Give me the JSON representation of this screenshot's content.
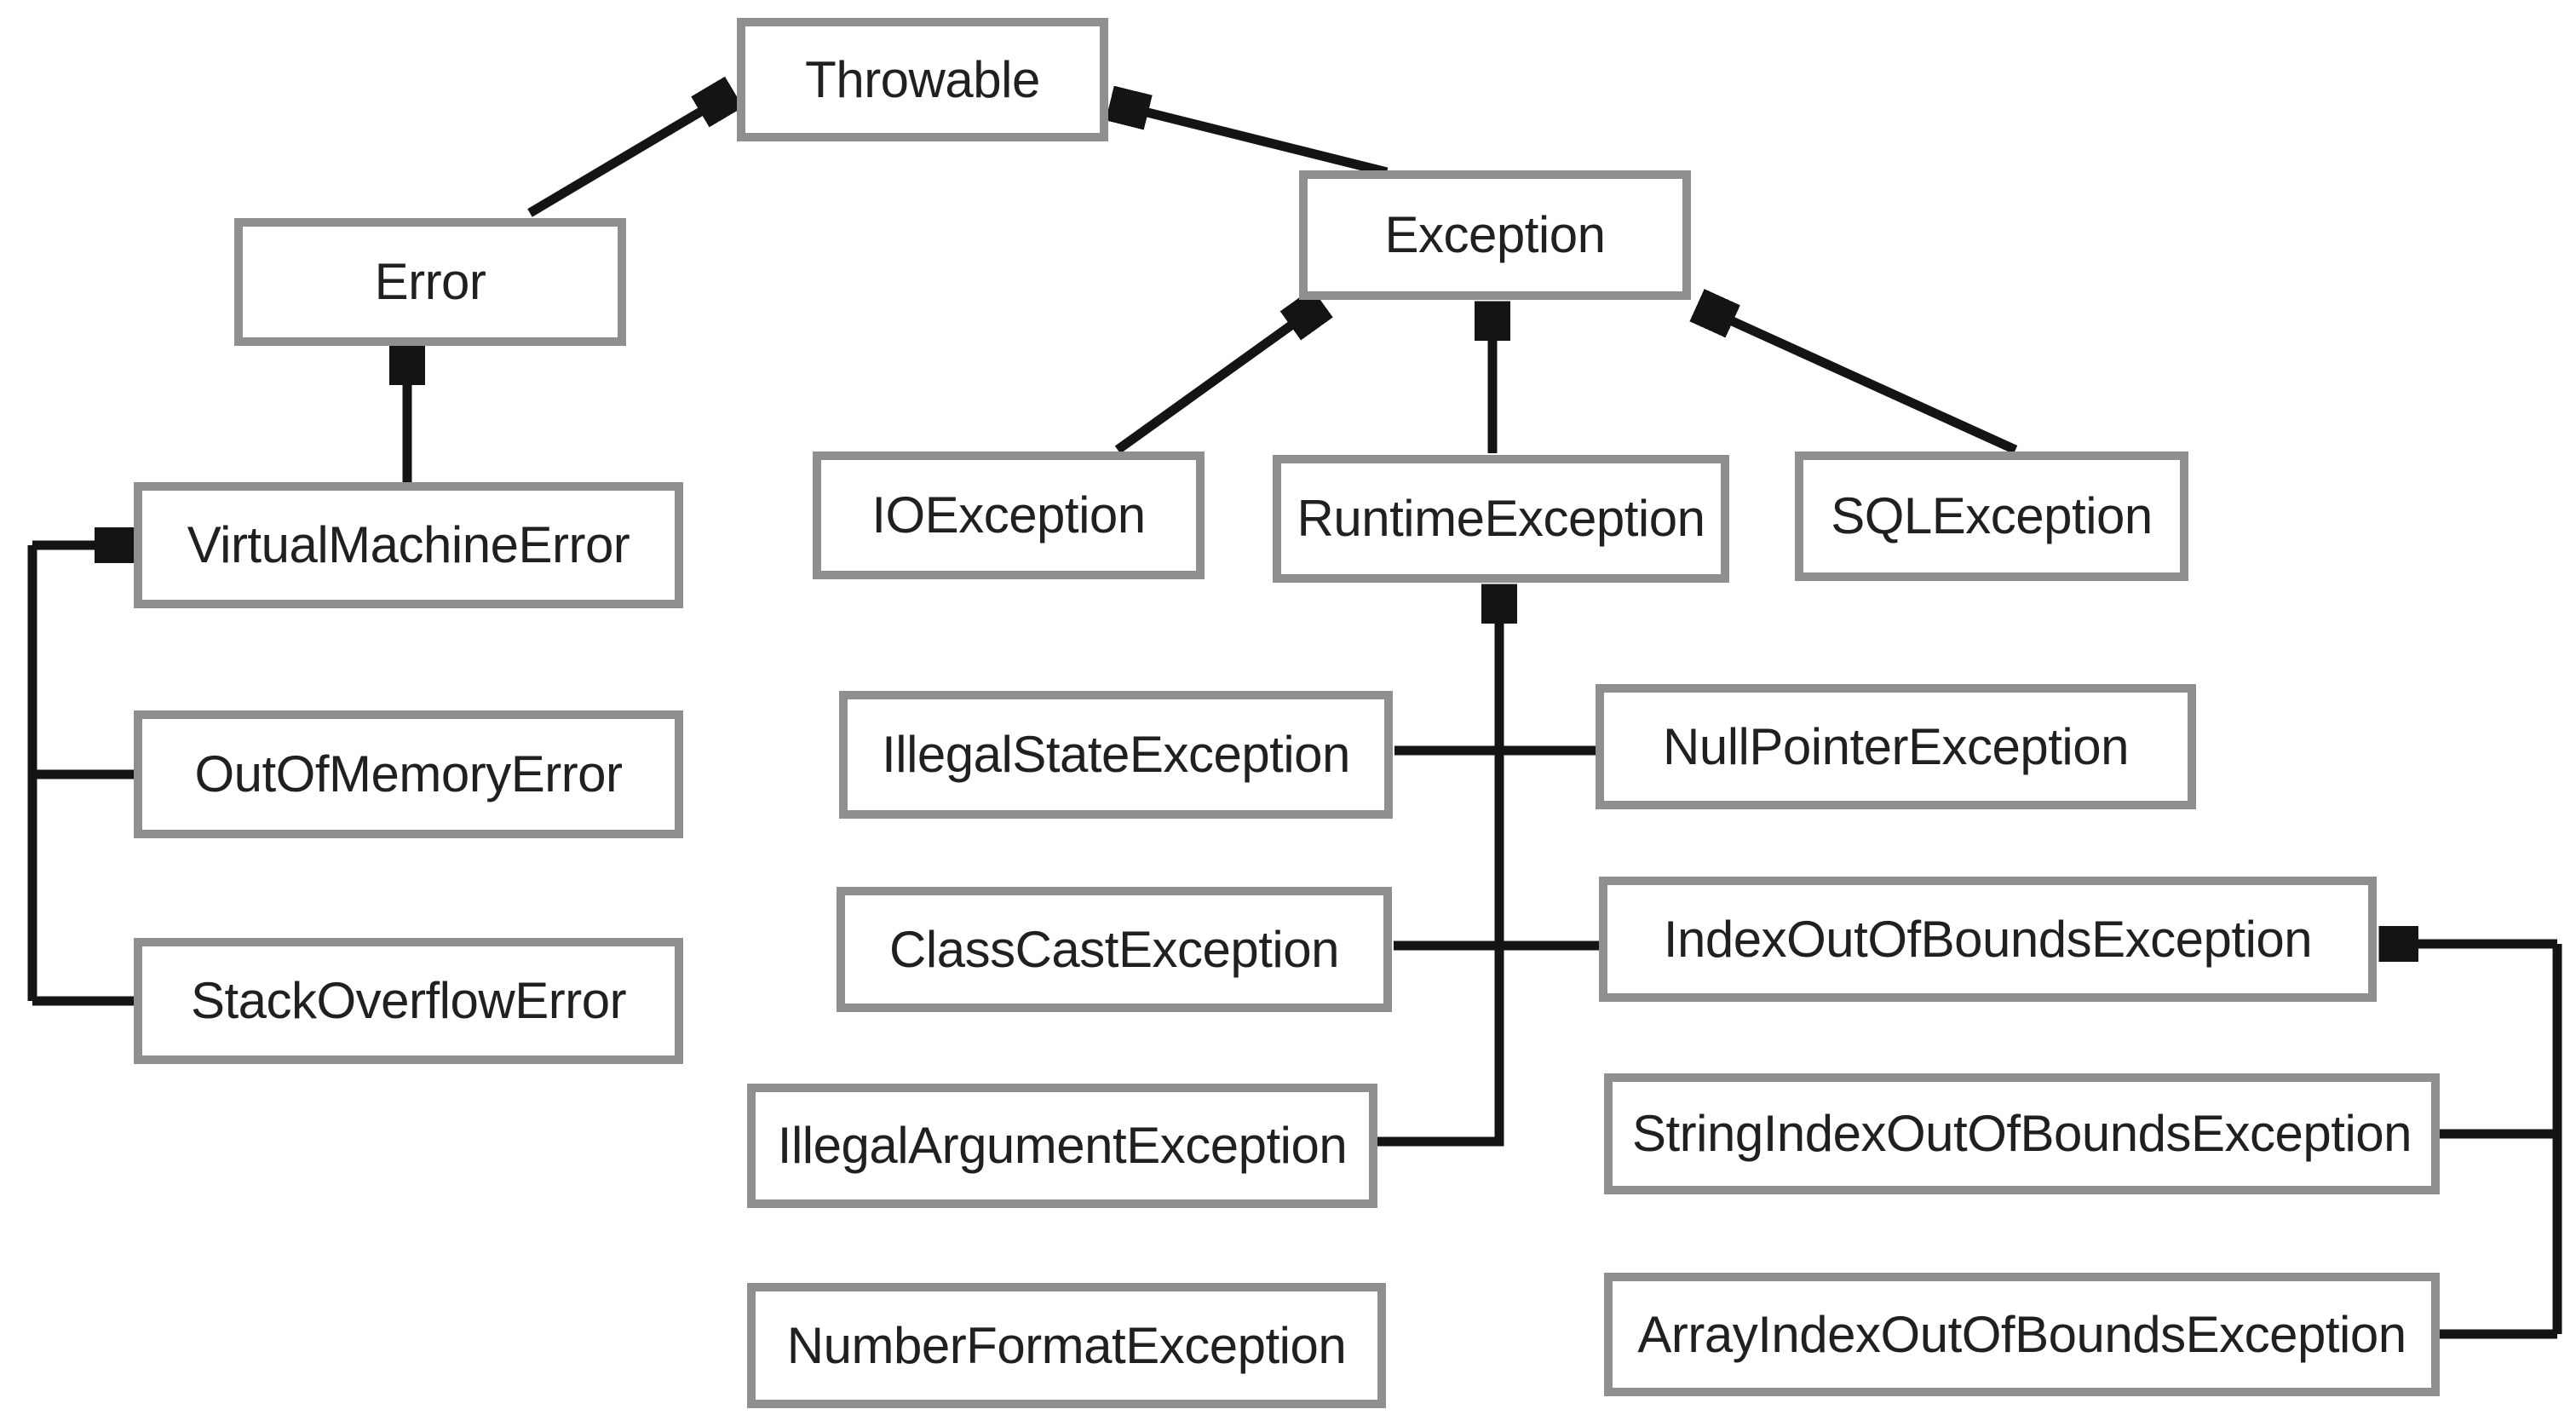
{
  "diagram": {
    "title": "Java Throwable class hierarchy",
    "colors": {
      "background": "#ffffff",
      "box_border": "#8f8f8f",
      "box_fill": "#ffffff",
      "connector_line": "#141414",
      "text": "#202020"
    },
    "nodes": {
      "throwable": {
        "label": "Throwable"
      },
      "error": {
        "label": "Error"
      },
      "exception": {
        "label": "Exception"
      },
      "virtual_machine_error": {
        "label": "VirtualMachineError"
      },
      "io_exception": {
        "label": "IOException"
      },
      "runtime_exception": {
        "label": "RuntimeException"
      },
      "sql_exception": {
        "label": "SQLException"
      },
      "out_of_memory_error": {
        "label": "OutOfMemoryError"
      },
      "stack_overflow_error": {
        "label": "StackOverflowError"
      },
      "illegal_state_exception": {
        "label": "IllegalStateException"
      },
      "null_pointer_exception": {
        "label": "NullPointerException"
      },
      "class_cast_exception": {
        "label": "ClassCastException"
      },
      "index_out_of_bounds_exception": {
        "label": "IndexOutOfBoundsException"
      },
      "illegal_argument_exception": {
        "label": "IllegalArgumentException"
      },
      "string_index_out_of_bounds_exception": {
        "label": "StringIndexOutOfBoundsException"
      },
      "number_format_exception": {
        "label": "NumberFormatException"
      },
      "array_index_out_of_bounds_exception": {
        "label": "ArrayIndexOutOfBoundsException"
      }
    },
    "edges": [
      {
        "from": "Error",
        "to": "Throwable"
      },
      {
        "from": "Exception",
        "to": "Throwable"
      },
      {
        "from": "VirtualMachineError",
        "to": "Error"
      },
      {
        "from": "OutOfMemoryError",
        "to": "VirtualMachineError"
      },
      {
        "from": "StackOverflowError",
        "to": "VirtualMachineError"
      },
      {
        "from": "IOException",
        "to": "Exception"
      },
      {
        "from": "RuntimeException",
        "to": "Exception"
      },
      {
        "from": "SQLException",
        "to": "Exception"
      },
      {
        "from": "IllegalStateException",
        "to": "RuntimeException"
      },
      {
        "from": "NullPointerException",
        "to": "RuntimeException"
      },
      {
        "from": "ClassCastException",
        "to": "RuntimeException"
      },
      {
        "from": "IndexOutOfBoundsException",
        "to": "RuntimeException"
      },
      {
        "from": "IllegalArgumentException",
        "to": "RuntimeException"
      },
      {
        "from": "NumberFormatException",
        "to": "IllegalArgumentException"
      },
      {
        "from": "StringIndexOutOfBoundsException",
        "to": "IndexOutOfBoundsException"
      },
      {
        "from": "ArrayIndexOutOfBoundsException",
        "to": "IndexOutOfBoundsException"
      }
    ]
  }
}
